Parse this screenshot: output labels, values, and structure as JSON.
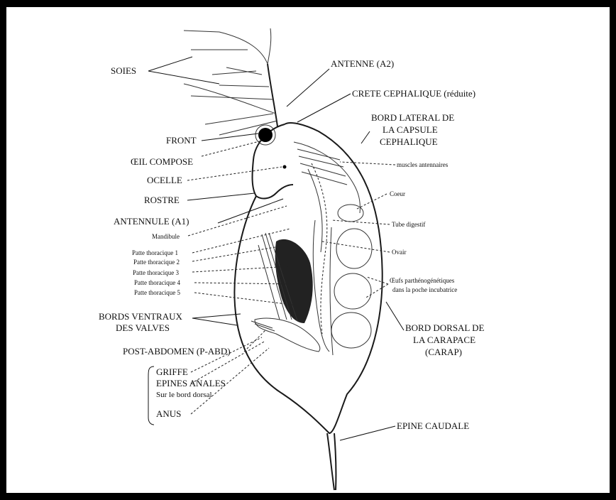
{
  "labels": {
    "soies": "SOIES",
    "antenne": "ANTENNE (A2)",
    "crete": "CRETE CEPHALIQUE (réduite)",
    "bord_lateral_1": "BORD LATERAL DE",
    "bord_lateral_2": "LA CAPSULE",
    "bord_lateral_3": "CEPHALIQUE",
    "front": "FRONT",
    "oeil": "ŒIL COMPOSE",
    "ocelle": "OCELLE",
    "rostre": "ROSTRE",
    "antennule": "ANTENNULE (A1)",
    "mandibule": "Mandibule",
    "patte1": "Patte thoracique 1",
    "patte2": "Patte thoracique 2",
    "patte3": "Patte thoracique 3",
    "patte4": "Patte thoracique 4",
    "patte5": "Patte thoracique 5",
    "muscles": "muscles antennaires",
    "coeur": "Coeur",
    "tube": "Tube digestif",
    "ovair": "Ovair",
    "oeufs_1": "Œufs parthénogénétiques",
    "oeufs_2": "dans la poche incubatrice",
    "bords_ventraux_1": "BORDS VENTRAUX",
    "bords_ventraux_2": "DES VALVES",
    "bord_dorsal_1": "BORD DORSAL DE",
    "bord_dorsal_2": "LA CARAPACE",
    "bord_dorsal_3": "(CARAP)",
    "post_abdomen": "POST-ABDOMEN (P-ABD)",
    "griffe": "GRIFFE",
    "epines_anales": "EPINES ANALES",
    "sur_bord": "Sur le bord dorsal",
    "anus": "ANUS",
    "epine_caudale": "EPINE CAUDALE"
  }
}
